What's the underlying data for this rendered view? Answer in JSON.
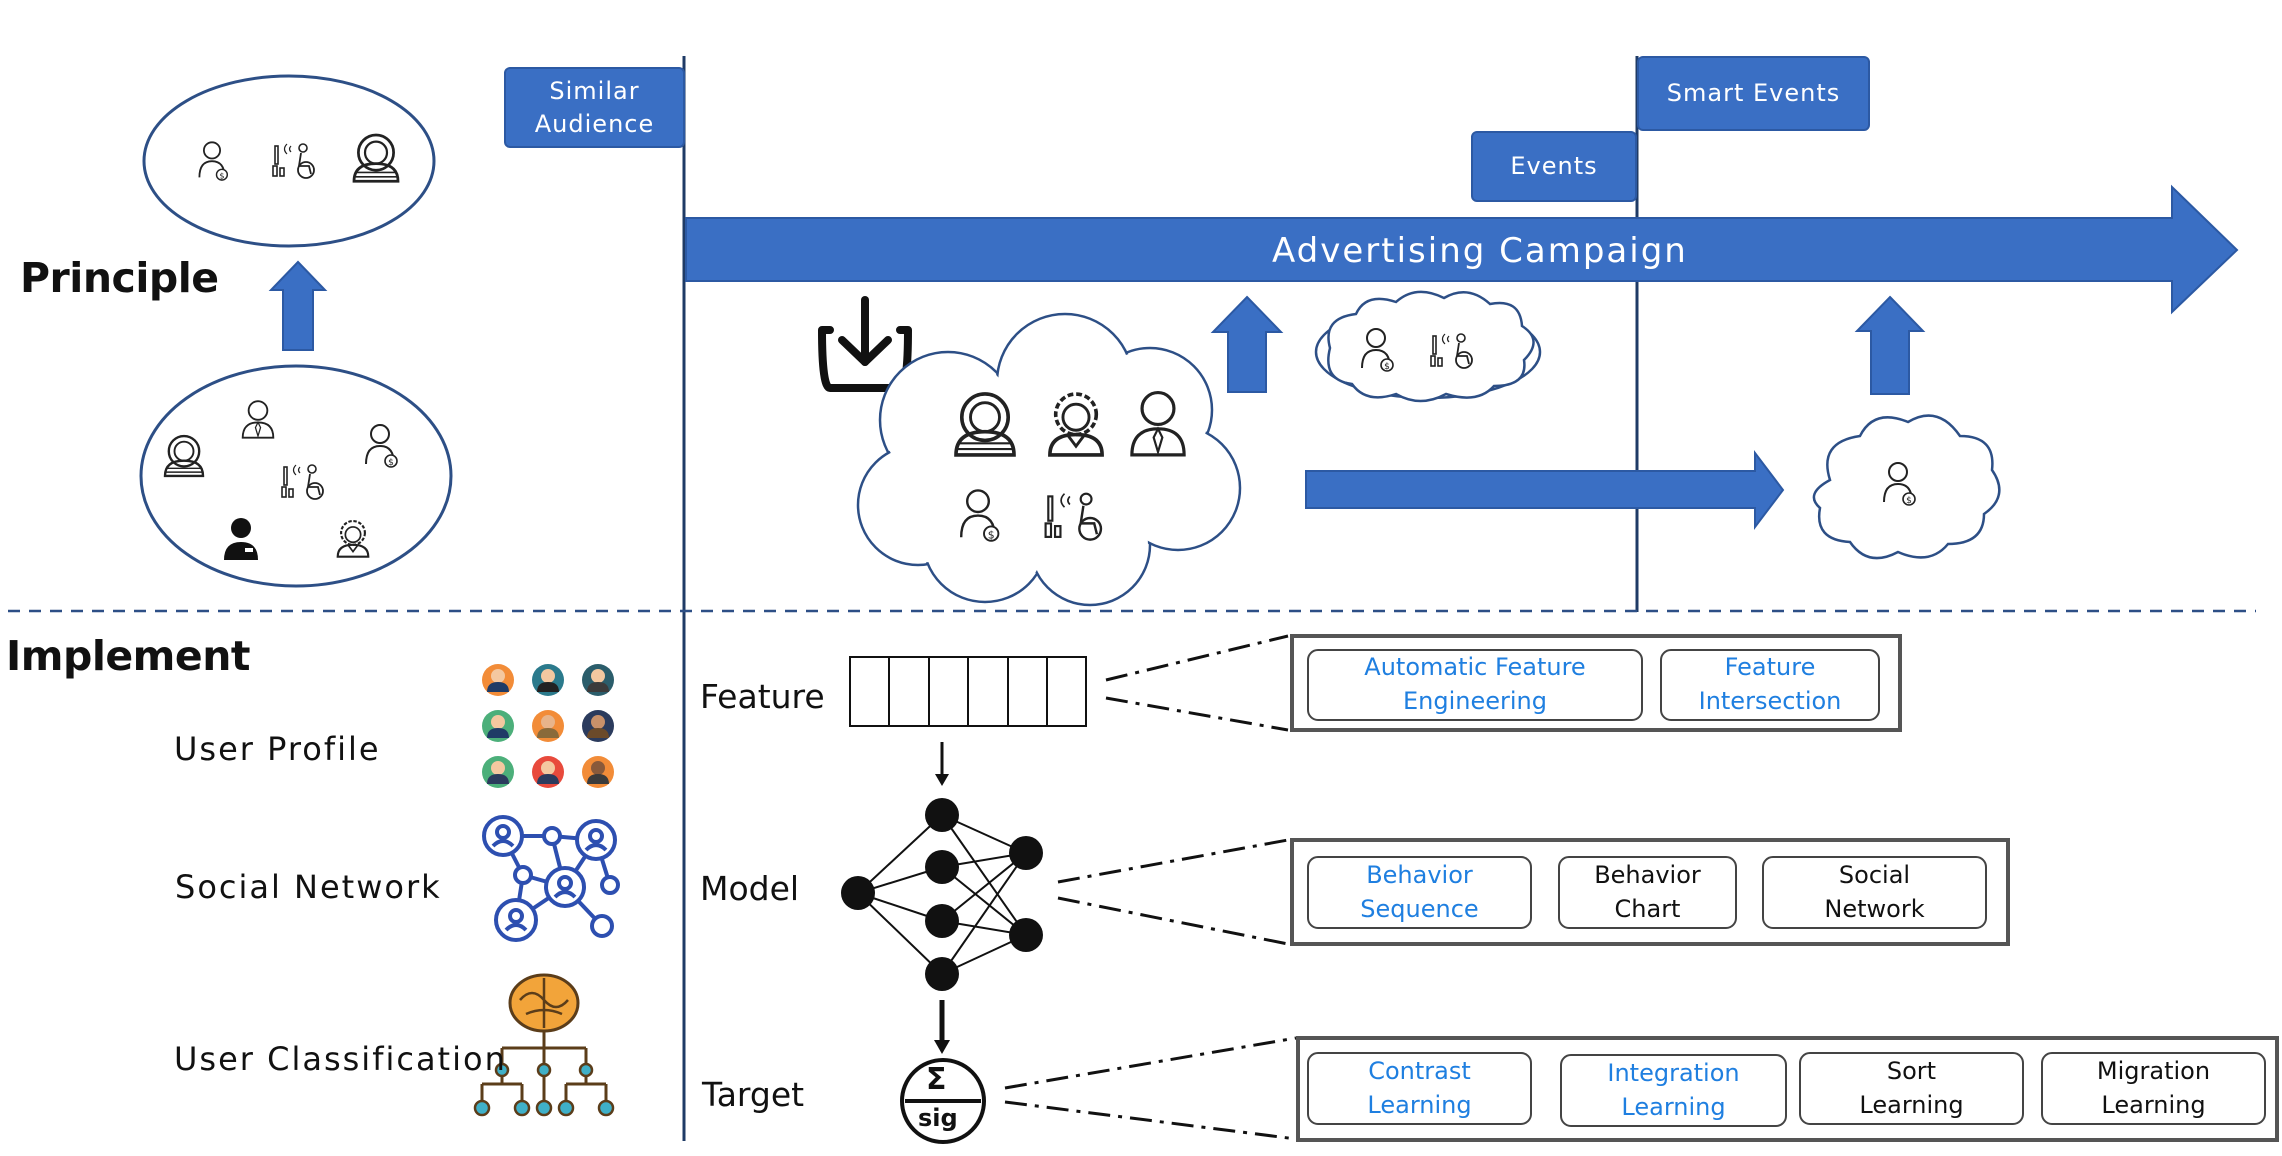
{
  "sections": {
    "principle": "Principle",
    "implement": "Implement"
  },
  "timeline": {
    "similar_audience": "Similar\nAudience",
    "events": "Events",
    "smart_events": "Smart Events",
    "campaign": "Advertising Campaign"
  },
  "categories": {
    "user_profile": "User Profile",
    "social_network": "Social Network",
    "user_classification": "User Classification"
  },
  "stages": {
    "feature": "Feature",
    "model": "Model",
    "target": "Target"
  },
  "neuron_formula": {
    "sum": "Σ",
    "sig": "sig"
  },
  "feature_methods": [
    {
      "label": "Automatic Feature\nEngineering",
      "highlighted": true
    },
    {
      "label": "Feature\nIntersection",
      "highlighted": true
    }
  ],
  "model_methods": [
    {
      "label": "Behavior\nSequence",
      "highlighted": true
    },
    {
      "label": "Behavior\nChart",
      "highlighted": false
    },
    {
      "label": "Social\nNetwork",
      "highlighted": false
    }
  ],
  "target_methods": [
    {
      "label": "Contrast\nLearning",
      "highlighted": true
    },
    {
      "label": "Integration\nLearning",
      "highlighted": true
    },
    {
      "label": "Sort\nLearning",
      "highlighted": false
    },
    {
      "label": "Migration\nLearning",
      "highlighted": false
    }
  ],
  "colors": {
    "accent_blue": "#3a6fc4",
    "highlight_text": "#1f7fe0",
    "outline_blue": "#2d4f86"
  },
  "icons": [
    "download-icon",
    "person-icon",
    "wheelchair-icon",
    "avatar-grid-icon",
    "network-icon",
    "brain-tree-icon",
    "neural-net-icon",
    "neuron-icon"
  ]
}
